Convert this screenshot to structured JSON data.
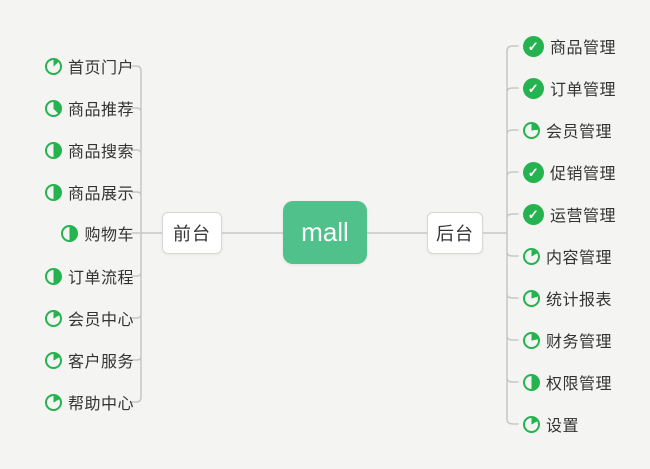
{
  "theme": {
    "background": "#f4f4f2",
    "icon_green": "#25b34f",
    "root_green": "#50c18a",
    "line_gray": "#c7c7c5",
    "text_color": "#333333"
  },
  "center": {
    "label": "mall"
  },
  "left_branch": {
    "label": "前台",
    "items": [
      {
        "label": "首页门户",
        "icon": "pie",
        "pie_percent": 13
      },
      {
        "label": "商品推荐",
        "icon": "pie",
        "pie_percent": 38
      },
      {
        "label": "商品搜索",
        "icon": "pie",
        "pie_percent": 50
      },
      {
        "label": "商品展示",
        "icon": "pie",
        "pie_percent": 50
      },
      {
        "label": "购物车",
        "icon": "pie",
        "pie_percent": 50
      },
      {
        "label": "订单流程",
        "icon": "pie",
        "pie_percent": 50
      },
      {
        "label": "会员中心",
        "icon": "pie",
        "pie_percent": 17
      },
      {
        "label": "客户服务",
        "icon": "pie",
        "pie_percent": 17
      },
      {
        "label": "帮助中心",
        "icon": "pie",
        "pie_percent": 17
      }
    ]
  },
  "right_branch": {
    "label": "后台",
    "items": [
      {
        "label": "商品管理",
        "icon": "check"
      },
      {
        "label": "订单管理",
        "icon": "check"
      },
      {
        "label": "会员管理",
        "icon": "pie",
        "pie_percent": 23
      },
      {
        "label": "促销管理",
        "icon": "check"
      },
      {
        "label": "运营管理",
        "icon": "check"
      },
      {
        "label": "内容管理",
        "icon": "pie",
        "pie_percent": 17
      },
      {
        "label": "统计报表",
        "icon": "pie",
        "pie_percent": 20
      },
      {
        "label": "财务管理",
        "icon": "pie",
        "pie_percent": 22
      },
      {
        "label": "权限管理",
        "icon": "pie",
        "pie_percent": 50
      },
      {
        "label": "设置",
        "icon": "pie",
        "pie_percent": 17
      }
    ]
  }
}
